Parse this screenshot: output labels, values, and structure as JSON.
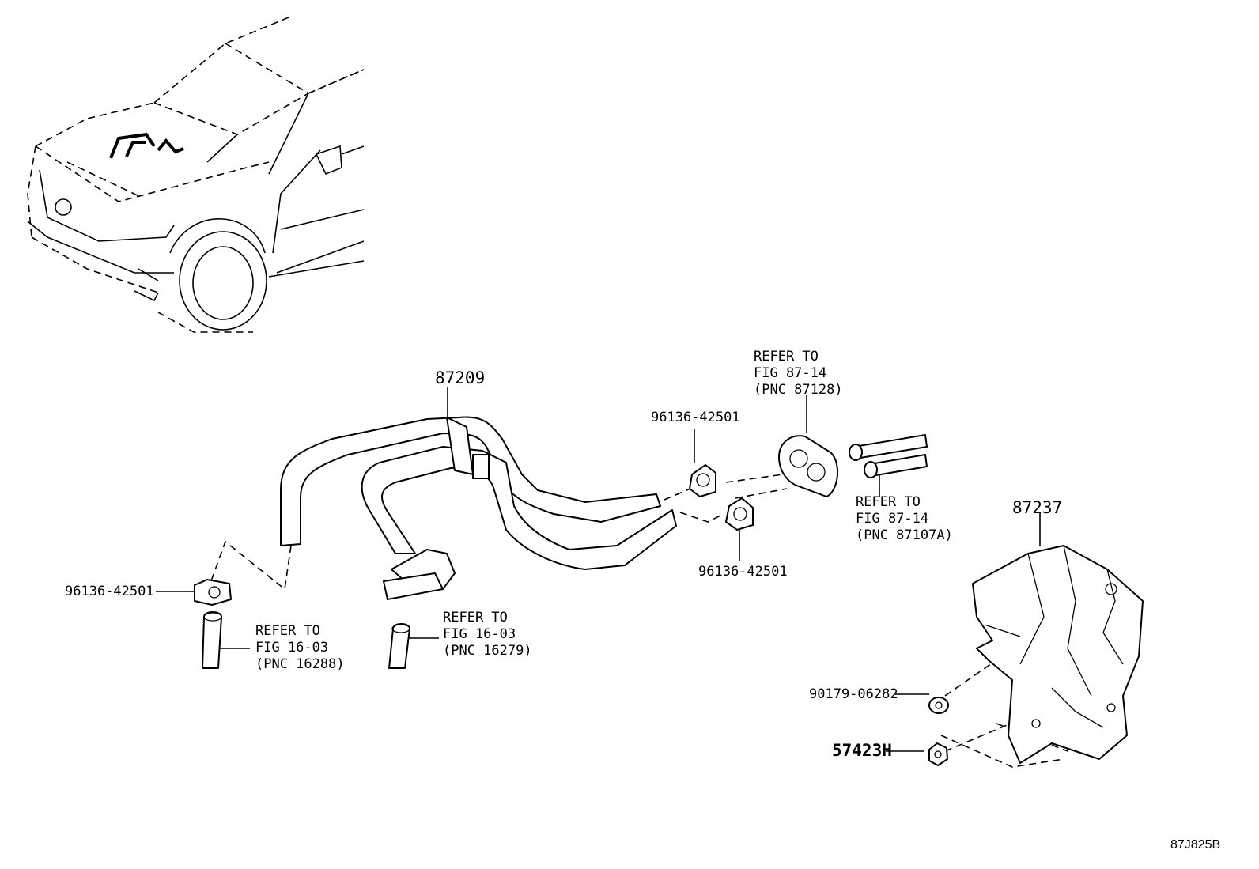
{
  "diagram_code": "87J825B",
  "parts": {
    "hose_assembly": "87209",
    "clamp_1": "96136-42501",
    "clamp_2": "96136-42501",
    "clamp_3": "96136-42501",
    "protector": "87237",
    "nut": "90179-06282",
    "clip": "57423H"
  },
  "references": {
    "ref_87128": [
      "REFER TO",
      "FIG 87-14",
      "(PNC 87128)"
    ],
    "ref_87107A": [
      "REFER TO",
      "FIG 87-14",
      "(PNC 87107A)"
    ],
    "ref_16288": [
      "REFER TO",
      "FIG 16-03",
      "(PNC 16288)"
    ],
    "ref_16279": [
      "REFER TO",
      "FIG 16-03",
      "(PNC 16279)"
    ]
  }
}
